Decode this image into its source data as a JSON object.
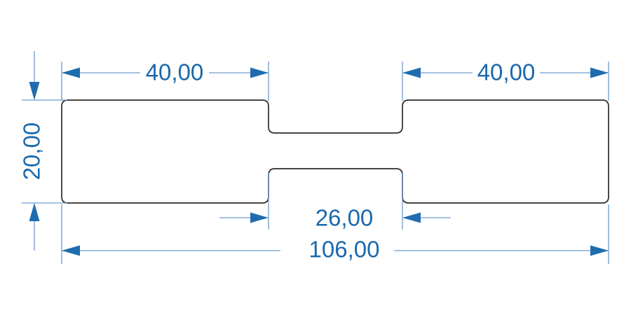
{
  "drawing": {
    "type": "technical-dimension-drawing",
    "part": "dogbone-flat-specimen",
    "units_style": "comma-decimal",
    "colors": {
      "background": "#ffffff",
      "outline": "#2b2b2b",
      "dimension_text": "#1a68ad",
      "dimension_arrow": "#1e6cae",
      "dimension_line": "#6e9ccd"
    },
    "dimensions": {
      "grip_left_width": {
        "label": "40,00"
      },
      "grip_right_width": {
        "label": "40,00"
      },
      "overall_height": {
        "label": "20,00"
      },
      "gauge_width": {
        "label": "26,00"
      },
      "total_width": {
        "label": "106,00"
      }
    }
  }
}
